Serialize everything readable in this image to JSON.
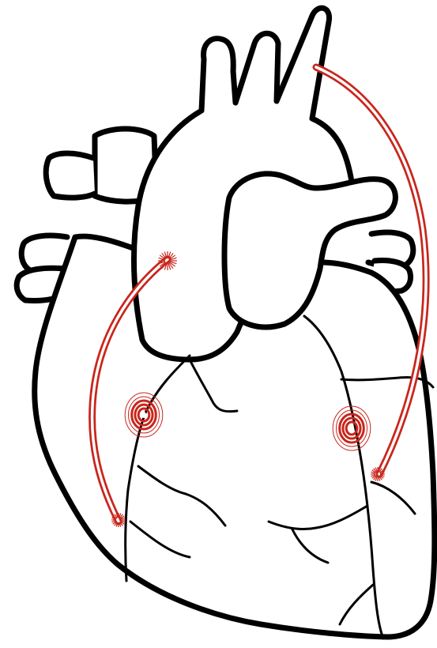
{
  "colors": {
    "outline": "#000000",
    "background": "#ffffff",
    "graft": "#c8261c"
  },
  "figure": {
    "subject": "heart-outline",
    "grafts": [
      {
        "id": "right-graft",
        "icon": "bypass-graft"
      },
      {
        "id": "left-graft",
        "icon": "bypass-graft"
      }
    ],
    "blockages": [
      {
        "id": "right-blockage",
        "icon": "target-rings"
      },
      {
        "id": "left-blockage",
        "icon": "target-rings"
      }
    ],
    "anastomoses": [
      {
        "id": "aortic-junction",
        "icon": "starburst"
      },
      {
        "id": "right-distal-junction",
        "icon": "starburst"
      },
      {
        "id": "left-distal-junction",
        "icon": "starburst"
      }
    ]
  }
}
